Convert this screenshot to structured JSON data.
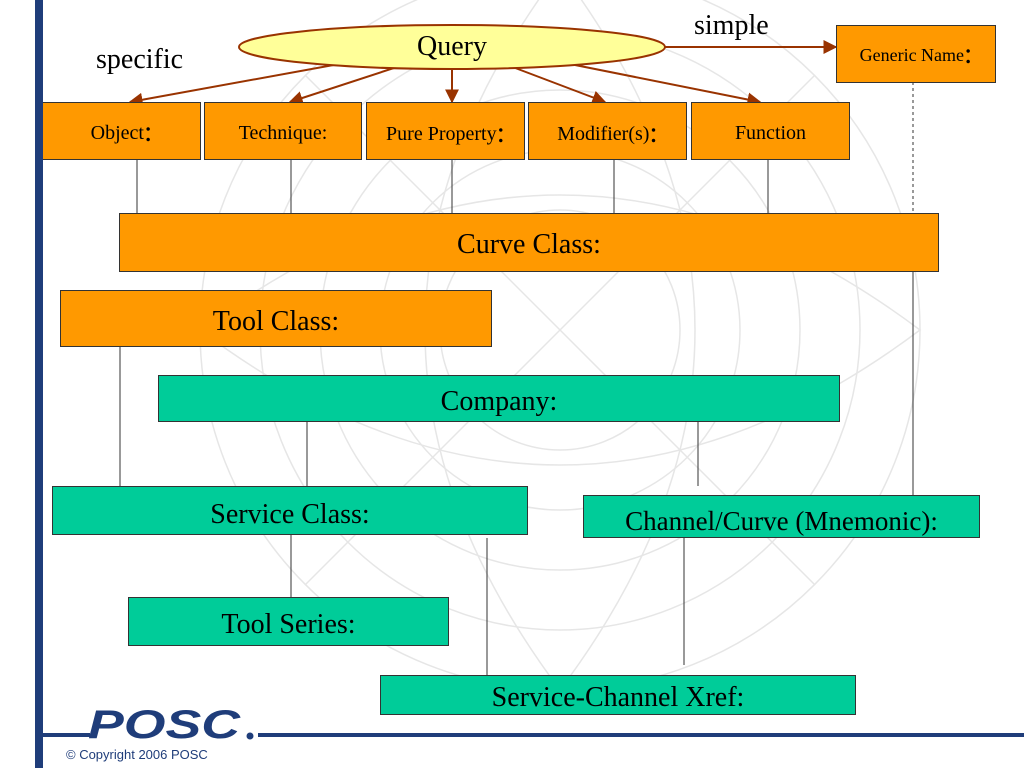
{
  "colors": {
    "orange": "#ff9900",
    "teal": "#00cc99",
    "query_fill": "#ffff99",
    "arrow": "#993300",
    "connector": "#333333",
    "brand_navy": "#1f3d7a"
  },
  "diagram": {
    "query": "Query",
    "specific_label": "specific",
    "simple_label": "simple",
    "generic_name": "Generic Name",
    "object": "Object",
    "technique": "Technique:",
    "pure_property": "Pure Property",
    "modifiers": "Modifier(s)",
    "function": "Function",
    "curve_class": "Curve Class:",
    "tool_class": "Tool Class:",
    "company": "Company:",
    "service_class": "Service Class:",
    "channel_curve": "Channel/Curve (Mnemonic):",
    "tool_series": "Tool Series:",
    "service_channel_xref": "Service-Channel Xref:"
  },
  "colon": ":",
  "footer": {
    "logo": "POSC",
    "copyright": "© Copyright 2006 POSC"
  }
}
